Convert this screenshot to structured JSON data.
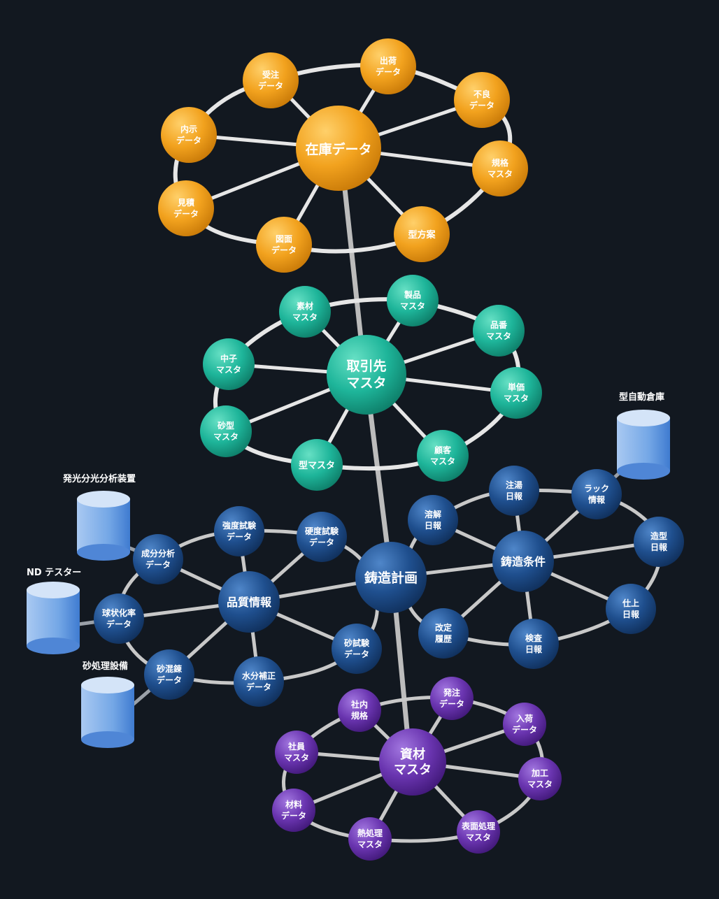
{
  "clusters": {
    "stock": {
      "hub": [
        "在庫データ"
      ],
      "nodes": [
        {
          "id": "juchu",
          "lines": [
            "受注",
            "データ"
          ]
        },
        {
          "id": "shukka",
          "lines": [
            "出荷",
            "データ"
          ]
        },
        {
          "id": "furyo",
          "lines": [
            "不良",
            "データ"
          ]
        },
        {
          "id": "kikaku",
          "lines": [
            "規格",
            "マスタ"
          ]
        },
        {
          "id": "katahoan",
          "lines": [
            "型方案"
          ]
        },
        {
          "id": "zumen",
          "lines": [
            "図面",
            "データ"
          ]
        },
        {
          "id": "mitsumori",
          "lines": [
            "見積",
            "データ"
          ]
        },
        {
          "id": "naiji",
          "lines": [
            "内示",
            "データ"
          ]
        }
      ]
    },
    "customer": {
      "hub": [
        "取引先",
        "マスタ"
      ],
      "nodes": [
        {
          "id": "sozai",
          "lines": [
            "素材",
            "マスタ"
          ]
        },
        {
          "id": "seihin",
          "lines": [
            "製品",
            "マスタ"
          ]
        },
        {
          "id": "hinban",
          "lines": [
            "品番",
            "マスタ"
          ]
        },
        {
          "id": "tanka",
          "lines": [
            "単価",
            "マスタ"
          ]
        },
        {
          "id": "kokyaku",
          "lines": [
            "顧客",
            "マスタ"
          ]
        },
        {
          "id": "katamaster",
          "lines": [
            "型マスタ"
          ]
        },
        {
          "id": "sunagata",
          "lines": [
            "砂型",
            "マスタ"
          ]
        },
        {
          "id": "nakago",
          "lines": [
            "中子",
            "マスタ"
          ]
        }
      ]
    },
    "plan": {
      "hub": [
        "鋳造計画"
      ]
    },
    "quality": {
      "hub": [
        "品質情報"
      ],
      "nodes": [
        {
          "id": "seibun",
          "lines": [
            "成分分析",
            "データ"
          ]
        },
        {
          "id": "kyodo",
          "lines": [
            "強度試験",
            "データ"
          ]
        },
        {
          "id": "kodo",
          "lines": [
            "硬度試験",
            "データ"
          ]
        },
        {
          "id": "sunashiken",
          "lines": [
            "砂試験",
            "データ"
          ]
        },
        {
          "id": "suibun",
          "lines": [
            "水分補正",
            "データ"
          ]
        },
        {
          "id": "konren",
          "lines": [
            "砂混錬",
            "データ"
          ]
        },
        {
          "id": "kyujo",
          "lines": [
            "球状化率",
            "データ"
          ]
        }
      ]
    },
    "casting": {
      "hub": [
        "鋳造条件"
      ],
      "nodes": [
        {
          "id": "yokai",
          "lines": [
            "溶解",
            "日報"
          ]
        },
        {
          "id": "chuto",
          "lines": [
            "注湯",
            "日報"
          ]
        },
        {
          "id": "rack",
          "lines": [
            "ラック",
            "情報"
          ]
        },
        {
          "id": "zokei",
          "lines": [
            "造型",
            "日報"
          ]
        },
        {
          "id": "shiage",
          "lines": [
            "仕上",
            "日報"
          ]
        },
        {
          "id": "kensa",
          "lines": [
            "検査",
            "日報"
          ]
        },
        {
          "id": "kaitei",
          "lines": [
            "改定",
            "履歴"
          ]
        }
      ]
    },
    "material": {
      "hub": [
        "資材",
        "マスタ"
      ],
      "nodes": [
        {
          "id": "shanai",
          "lines": [
            "社内",
            "規格"
          ]
        },
        {
          "id": "hatchu",
          "lines": [
            "発注",
            "データ"
          ]
        },
        {
          "id": "nyuka",
          "lines": [
            "入荷",
            "データ"
          ]
        },
        {
          "id": "kako",
          "lines": [
            "加工",
            "マスタ"
          ]
        },
        {
          "id": "hyomen",
          "lines": [
            "表面処理",
            "マスタ"
          ]
        },
        {
          "id": "netsu",
          "lines": [
            "熱処理",
            "マスタ"
          ]
        },
        {
          "id": "zairyo",
          "lines": [
            "材料",
            "データ"
          ]
        },
        {
          "id": "shain",
          "lines": [
            "社員",
            "マスタ"
          ]
        }
      ]
    }
  },
  "databases": [
    {
      "id": "auto-warehouse",
      "label": "型自動倉庫"
    },
    {
      "id": "spectrometer",
      "label": "発光分光分析装置"
    },
    {
      "id": "nd-tester",
      "label": "ND テスター"
    },
    {
      "id": "sand-equipment",
      "label": "砂処理設備"
    }
  ],
  "colors": {
    "background": "#121820",
    "stock": "#f2a21e",
    "customer": "#1eb59a",
    "blue": "#1f4f8e",
    "material": "#6a35b0",
    "ring": "#e6e6e6",
    "link": "#c8c8c8",
    "database": "#5c95de"
  }
}
